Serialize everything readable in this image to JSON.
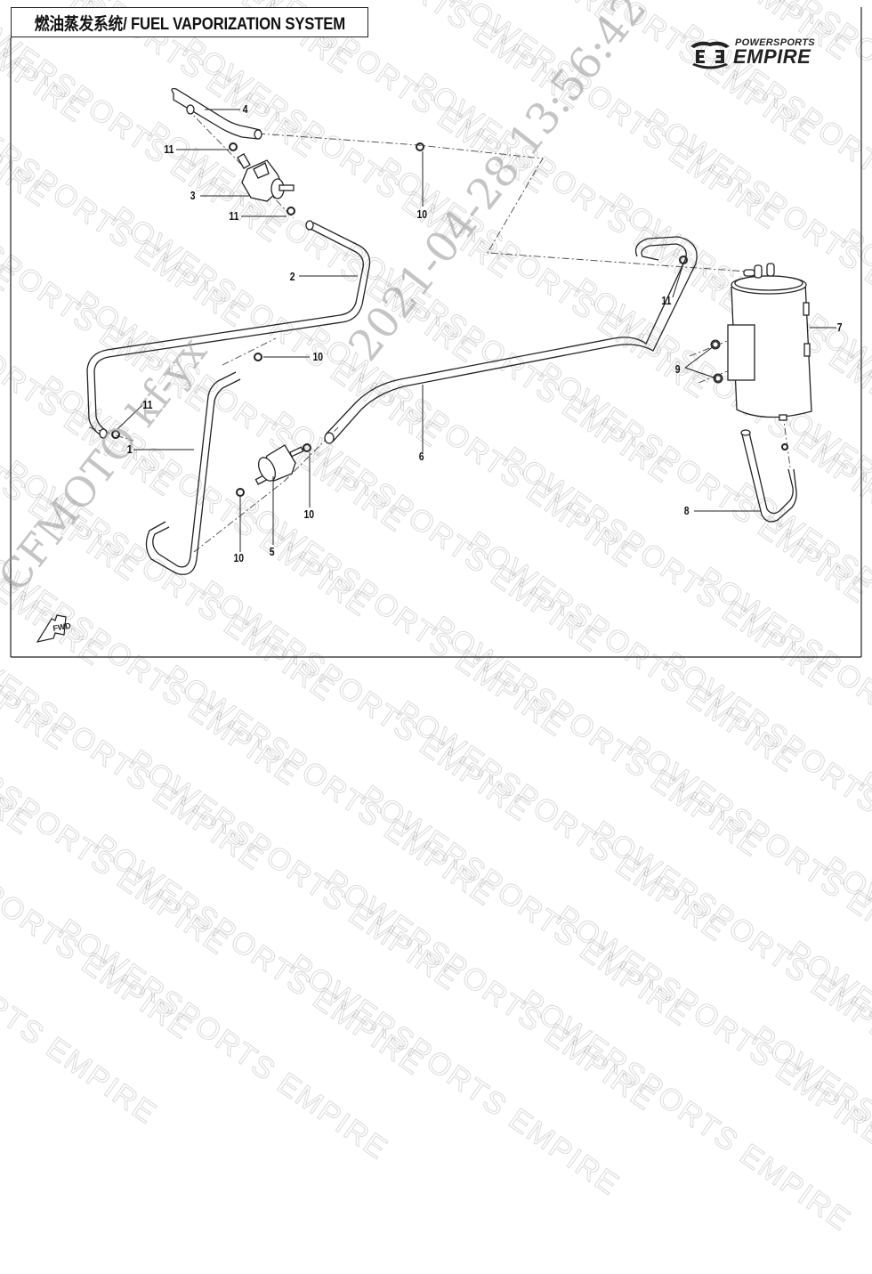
{
  "title": "燃油蒸发系统/ FUEL VAPORIZATION SYSTEM",
  "logo": {
    "line1": "POWERSPORTS",
    "line2": "EMPIRE",
    "icon": "empire-wings-logo-icon"
  },
  "watermark_text": "POWERSPORTS EMPIRE",
  "stamps": {
    "datetime": "2021-04-28  13:56:42",
    "user": "CFMOTO  kf-yx"
  },
  "direction_indicator": {
    "label": "FWD",
    "icon": "forward-arrow-icon"
  },
  "parts": [
    {
      "number": "1",
      "name": "hose-1"
    },
    {
      "number": "2",
      "name": "hose-2"
    },
    {
      "number": "3",
      "name": "solenoid-valve"
    },
    {
      "number": "4",
      "name": "hose-4"
    },
    {
      "number": "5",
      "name": "filter"
    },
    {
      "number": "6",
      "name": "hose-6"
    },
    {
      "number": "7",
      "name": "carbon-canister"
    },
    {
      "number": "8",
      "name": "hose-8"
    },
    {
      "number": "9",
      "name": "nut"
    },
    {
      "number": "10",
      "name": "hose-clamp"
    },
    {
      "number": "11",
      "name": "hose-clamp-small"
    }
  ],
  "callouts": [
    {
      "label": "4"
    },
    {
      "label": "11"
    },
    {
      "label": "3"
    },
    {
      "label": "11"
    },
    {
      "label": "10"
    },
    {
      "label": "2"
    },
    {
      "label": "10"
    },
    {
      "label": "11"
    },
    {
      "label": "1"
    },
    {
      "label": "5"
    },
    {
      "label": "10"
    },
    {
      "label": "10"
    },
    {
      "label": "6"
    },
    {
      "label": "11"
    },
    {
      "label": "7"
    },
    {
      "label": "9"
    },
    {
      "label": "8"
    }
  ]
}
